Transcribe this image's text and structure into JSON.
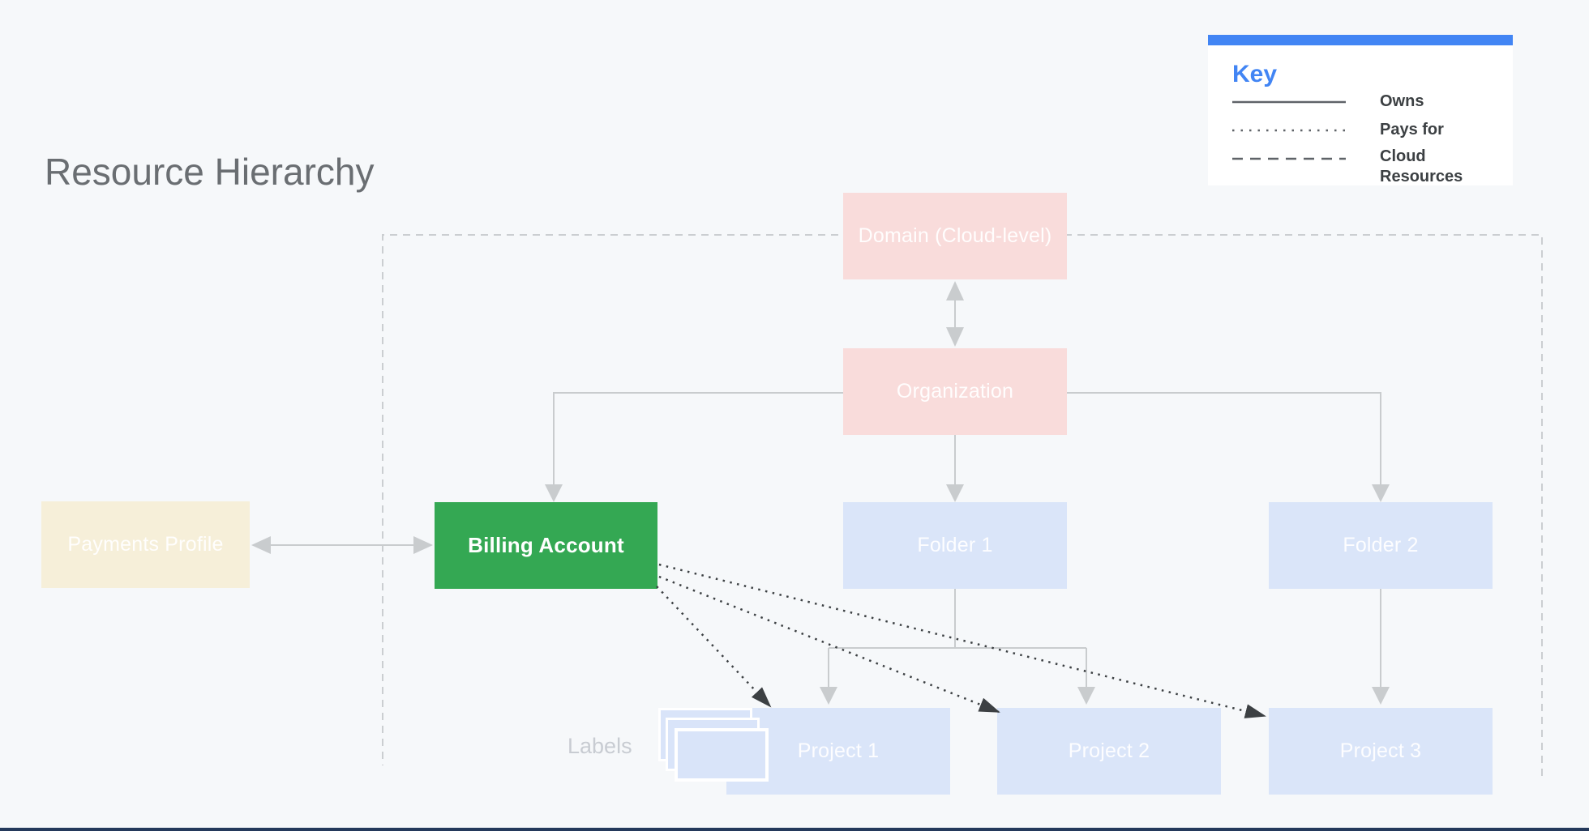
{
  "page": {
    "title": "Resource Hierarchy",
    "background_color": "#F6F8FA"
  },
  "key": {
    "title": "Key",
    "items": [
      {
        "style": "solid",
        "label": "Owns"
      },
      {
        "style": "dotted",
        "label": "Pays for"
      },
      {
        "style": "dashed",
        "label": "Cloud Resources"
      }
    ]
  },
  "nodes": {
    "domain": {
      "label": "Domain (Cloud-level)",
      "color": "#F9DCDB"
    },
    "organization": {
      "label": "Organization",
      "color": "#F9DCDB"
    },
    "payments_profile": {
      "label": "Payments Profile",
      "color": "#F6EFD9"
    },
    "billing_account": {
      "label": "Billing Account",
      "color": "#34A853",
      "highlighted": true
    },
    "folder1": {
      "label": "Folder 1",
      "color": "#DAE5F9"
    },
    "folder2": {
      "label": "Folder 2",
      "color": "#DAE5F9"
    },
    "project1": {
      "label": "Project 1",
      "color": "#DAE5F9"
    },
    "project2": {
      "label": "Project 2",
      "color": "#DAE5F9"
    },
    "project3": {
      "label": "Project 3",
      "color": "#DAE5F9"
    }
  },
  "annotations": {
    "labels_caption": "Labels"
  },
  "edges": [
    {
      "from": "domain",
      "to": "organization",
      "type": "owns",
      "arrows": "both"
    },
    {
      "from": "payments_profile",
      "to": "billing_account",
      "type": "owns",
      "arrows": "both"
    },
    {
      "from": "organization",
      "to": "billing_account",
      "type": "owns"
    },
    {
      "from": "organization",
      "to": "folder1",
      "type": "owns"
    },
    {
      "from": "organization",
      "to": "folder2",
      "type": "owns"
    },
    {
      "from": "folder1",
      "to": "project1",
      "type": "owns"
    },
    {
      "from": "folder1",
      "to": "project2",
      "type": "owns"
    },
    {
      "from": "folder2",
      "to": "project3",
      "type": "owns"
    },
    {
      "from": "billing_account",
      "to": "project1",
      "type": "pays_for"
    },
    {
      "from": "billing_account",
      "to": "project2",
      "type": "pays_for"
    },
    {
      "from": "billing_account",
      "to": "project3",
      "type": "pays_for"
    }
  ],
  "colors": {
    "accent_blue": "#4285F4",
    "key_title_blue": "#4285F4",
    "green_highlight": "#34A853",
    "pink_node": "#F9DCDB",
    "blue_node": "#DAE5F9",
    "cream_node": "#F6EFD9",
    "connector_gray": "#C9CCCE",
    "dashed_boundary_gray": "#CBCED1",
    "dotted_black": "#3C4043",
    "title_gray": "#6A6E72",
    "labels_caption_gray": "#C8CCD2",
    "bottom_bar_navy": "#24395B"
  }
}
